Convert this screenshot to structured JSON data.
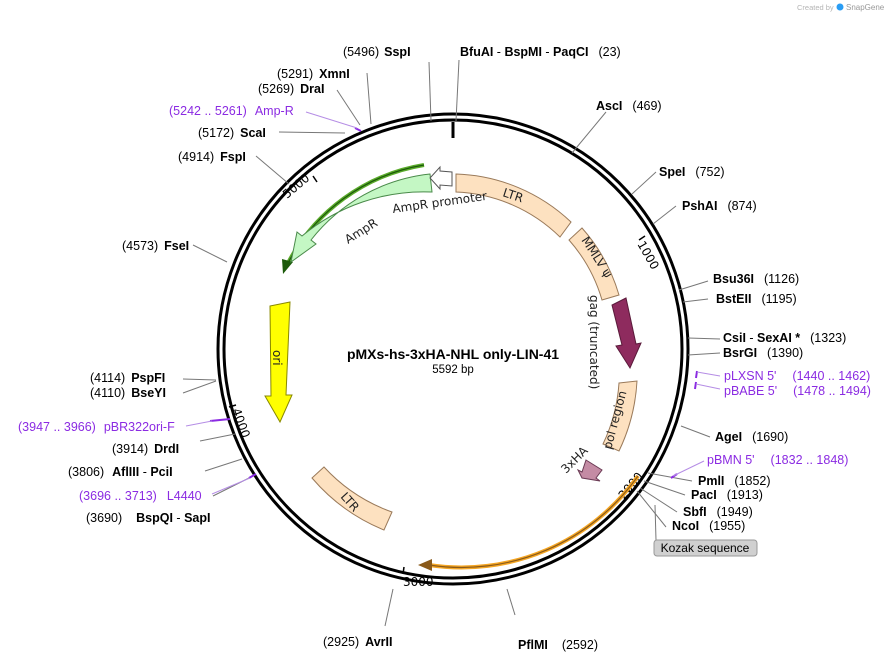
{
  "watermark": {
    "created_by": "Created by",
    "brand": "SnapGene"
  },
  "plasmid": {
    "name": "pMXs-hs-3xHA-NHL only-LIN-41",
    "size": "5592 bp",
    "length": 5592
  },
  "ticks": [
    "1000",
    "2000",
    "3000",
    "4000",
    "5000"
  ],
  "colors": {
    "LTR": "#fde1c0",
    "MMLV": "#fde1c0",
    "gag": "#8e2b5e",
    "pol": "#fde1c0",
    "HA": "#c48ba4",
    "AmpR": "#c4f7c4",
    "ori": "#ffff00",
    "promoter": "#ffffff",
    "gene_track": "#f5a623",
    "amp_track": "#5aab2a",
    "primer": "#8b2be2"
  },
  "features": {
    "ltr_top": "LTR",
    "mmlv": "MMLV ψ",
    "gag": "gag (truncated)",
    "pol": "pol region",
    "ha": "3xHA",
    "ampr": "AmpR",
    "ampr_promoter": "AmpR promoter",
    "ori": "ori",
    "ltr_bottom": "LTR"
  },
  "sites": [
    {
      "name": "SspI",
      "pos": "(5496)"
    },
    {
      "name": "BfuAI",
      "name2": "BspMI",
      "name3": "PaqCI",
      "pos": "(23)"
    },
    {
      "name": "AscI",
      "pos": "(469)"
    },
    {
      "name": "SpeI",
      "pos": "(752)"
    },
    {
      "name": "PshAI",
      "pos": "(874)"
    },
    {
      "name": "Bsu36I",
      "pos": "(1126)"
    },
    {
      "name": "BstEII",
      "pos": "(1195)"
    },
    {
      "name": "CsiI",
      "name2": "SexAI *",
      "pos": "(1323)"
    },
    {
      "name": "BsrGI",
      "pos": "(1390)"
    },
    {
      "name": "AgeI",
      "pos": "(1690)"
    },
    {
      "name": "PmlI",
      "pos": "(1852)"
    },
    {
      "name": "PacI",
      "pos": "(1913)"
    },
    {
      "name": "SbfI",
      "pos": "(1949)"
    },
    {
      "name": "NcoI",
      "pos": "(1955)"
    },
    {
      "name": "PflMI",
      "pos": "(2592)"
    },
    {
      "name": "AvrII",
      "pos": "(2925)"
    },
    {
      "name": "BspQI",
      "name2": "SapI",
      "pos": "(3690)"
    },
    {
      "name": "AflIII",
      "name2": "PciI",
      "pos": "(3806)"
    },
    {
      "name": "DrdI",
      "pos": "(3914)"
    },
    {
      "name": "BseYI",
      "pos": "(4110)"
    },
    {
      "name": "PspFI",
      "pos": "(4114)"
    },
    {
      "name": "FseI",
      "pos": "(4573)"
    },
    {
      "name": "FspI",
      "pos": "(4914)"
    },
    {
      "name": "ScaI",
      "pos": "(5172)"
    },
    {
      "name": "DraI",
      "pos": "(5269)"
    },
    {
      "name": "XmnI",
      "pos": "(5291)"
    }
  ],
  "primers": [
    {
      "name": "pLXSN 5'",
      "pos": "(1440 .. 1462)"
    },
    {
      "name": "pBABE 5'",
      "pos": "(1478 .. 1494)"
    },
    {
      "name": "pBMN 5'",
      "pos": "(1832 .. 1848)"
    },
    {
      "name": "L4440",
      "pos": "(3696 .. 3713)"
    },
    {
      "name": "pBR322ori-F",
      "pos": "(3947 .. 3966)"
    },
    {
      "name": "Amp-R",
      "pos": "(5242 .. 5261)"
    }
  ],
  "kozak": "Kozak sequence"
}
